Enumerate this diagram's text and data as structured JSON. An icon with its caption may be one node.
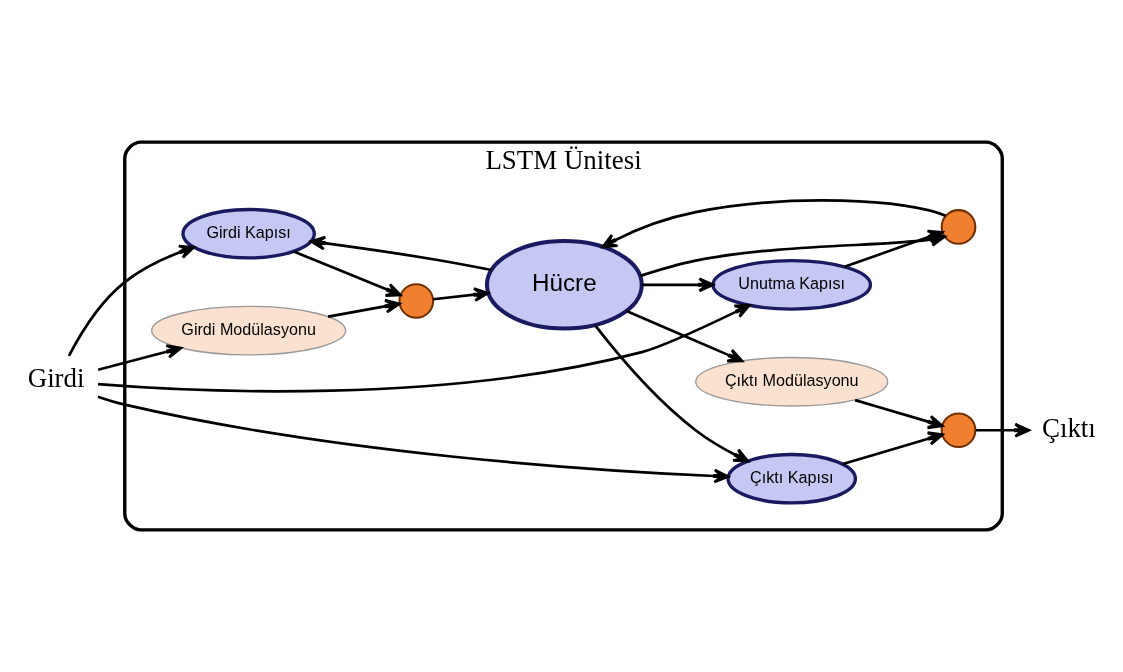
{
  "diagram": {
    "nodes": [
      {
        "text": [
          "LSTM Ünitesi"
        ]
      },
      {
        "text": [
          "Girdi"
        ]
      },
      {
        "text": [
          "Girdi Kapısı"
        ],
        "in": 0
      },
      {
        "text": [
          "Çıktı Kapısı"
        ],
        "in": 0
      },
      {
        "text": [
          "Girdi Modülasyonu"
        ],
        "in": 0
      },
      {
        "text": [],
        "shape": "circle",
        "in": 0
      },
      {
        "text": [
          "Hücre"
        ],
        "in": 0
      },
      {
        "text": [
          "Çıktı Modülasyonu"
        ],
        "in": 0
      },
      {
        "text": [],
        "shape": "circle",
        "in": 0
      },
      {
        "text": [],
        "shape": "circle",
        "in": 0
      },
      {
        "text": [
          "Unutma Kapısı"
        ],
        "in": 0
      },
      {
        "text": [
          "Çıktı"
        ]
      }
    ],
    "edges": [
      {
        "from": 1,
        "to": 4,
        "arrow": "to"
      },
      {
        "from": 1,
        "to": 2,
        "arrow": "to"
      },
      {
        "from": 1,
        "to": 3,
        "arrow": "to"
      },
      {
        "from": 1,
        "to": 10,
        "arrow": "to"
      },
      {
        "from": 4,
        "to": 5,
        "arrow": "to"
      },
      {
        "from": 2,
        "to": 5,
        "arrow": "to"
      },
      {
        "from": 5,
        "to": 6,
        "arrow": "to"
      },
      {
        "from": 6,
        "to": 2,
        "arrow": "to"
      },
      {
        "from": 6,
        "to": 3,
        "arrow": "to"
      },
      {
        "from": 6,
        "to": 7,
        "arrow": "to"
      },
      {
        "from": 7,
        "to": 8,
        "arrow": "to"
      },
      {
        "from": 3,
        "to": 8,
        "arrow": "to"
      },
      {
        "from": 8,
        "to": 11,
        "arrow": "to"
      },
      {
        "from": 6,
        "to": 9,
        "arrow": "to"
      },
      {
        "from": 9,
        "to": 6,
        "arrow": "to"
      },
      {
        "from": 10,
        "to": 9,
        "arrow": "to"
      },
      {
        "from": 6,
        "to": 10,
        "arrow": "to"
      }
    ]
  }
}
